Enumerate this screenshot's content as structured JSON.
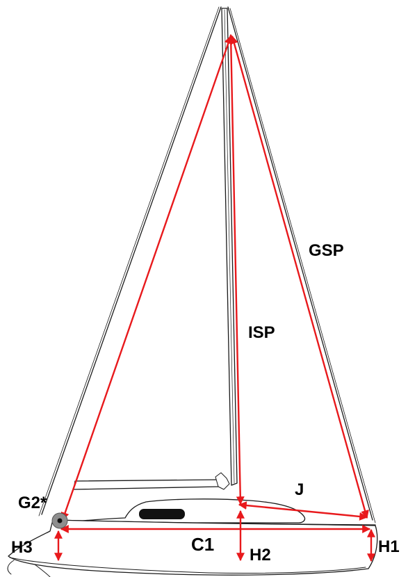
{
  "labels": {
    "gsp": "GSP",
    "isp": "ISP",
    "j": "J",
    "g2": "G2*",
    "c1": "C1",
    "h1": "H1",
    "h2": "H2",
    "h3": "H3"
  },
  "colors": {
    "measurement": "#e8191c",
    "outline": "#1a1a1a",
    "background": "#ffffff"
  }
}
